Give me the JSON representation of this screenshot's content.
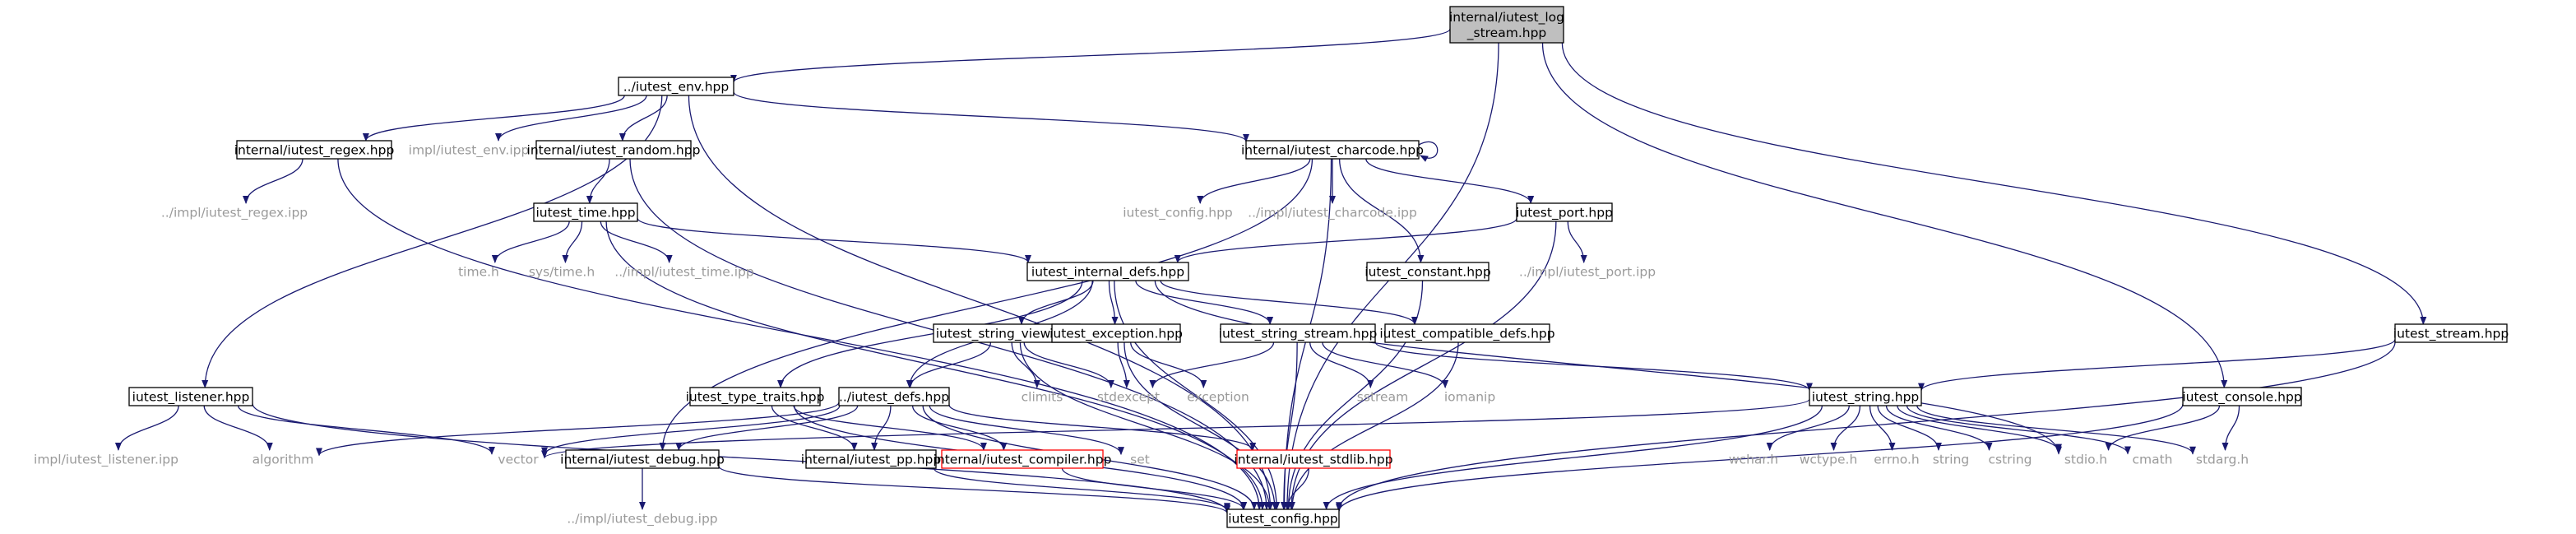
{
  "graph": {
    "colors": {
      "edge": "#191970",
      "box_border": "#000000",
      "root_fill": "#bfbfbf",
      "missing_border": "#ff0000",
      "external_text": "#9a9a9a",
      "background": "#ffffff"
    },
    "nodes": [
      {
        "id": "root",
        "label": "internal/iutest_log\n_stream.hpp",
        "kind": "root"
      },
      {
        "id": "env",
        "label": "../iutest_env.hpp",
        "kind": "box"
      },
      {
        "id": "regex",
        "label": "internal/iutest_regex.hpp",
        "kind": "box"
      },
      {
        "id": "impl_env",
        "label": "impl/iutest_env.ipp",
        "kind": "external"
      },
      {
        "id": "random",
        "label": "internal/iutest_random.hpp",
        "kind": "box"
      },
      {
        "id": "charcode",
        "label": "internal/iutest_charcode.hpp",
        "kind": "box"
      },
      {
        "id": "impl_regex",
        "label": "../impl/iutest_regex.ipp",
        "kind": "external"
      },
      {
        "id": "time_hpp",
        "label": "iutest_time.hpp",
        "kind": "box"
      },
      {
        "id": "config_ext",
        "label": "iutest_config.hpp",
        "kind": "external"
      },
      {
        "id": "impl_charcode",
        "label": "../impl/iutest_charcode.ipp",
        "kind": "external"
      },
      {
        "id": "port",
        "label": "iutest_port.hpp",
        "kind": "box"
      },
      {
        "id": "time_h",
        "label": "time.h",
        "kind": "external"
      },
      {
        "id": "systime",
        "label": "sys/time.h",
        "kind": "external"
      },
      {
        "id": "impl_time",
        "label": "../impl/iutest_time.ipp",
        "kind": "external"
      },
      {
        "id": "constant",
        "label": "iutest_constant.hpp",
        "kind": "box"
      },
      {
        "id": "impl_port",
        "label": "../impl/iutest_port.ipp",
        "kind": "external"
      },
      {
        "id": "internal_defs",
        "label": "iutest_internal_defs.hpp",
        "kind": "box"
      },
      {
        "id": "string_view",
        "label": "iutest_string_view.hpp",
        "kind": "box"
      },
      {
        "id": "exception_hpp",
        "label": "iutest_exception.hpp",
        "kind": "box"
      },
      {
        "id": "string_stream",
        "label": "iutest_string_stream.hpp",
        "kind": "box"
      },
      {
        "id": "compat_defs",
        "label": "iutest_compatible_defs.hpp",
        "kind": "box"
      },
      {
        "id": "stream",
        "label": "iutest_stream.hpp",
        "kind": "box"
      },
      {
        "id": "listener",
        "label": "iutest_listener.hpp",
        "kind": "box"
      },
      {
        "id": "type_traits",
        "label": "iutest_type_traits.hpp",
        "kind": "box"
      },
      {
        "id": "defs",
        "label": "../iutest_defs.hpp",
        "kind": "box"
      },
      {
        "id": "climits",
        "label": "climits",
        "kind": "external"
      },
      {
        "id": "stdexcept",
        "label": "stdexcept",
        "kind": "external"
      },
      {
        "id": "exception",
        "label": "exception",
        "kind": "external"
      },
      {
        "id": "sstream",
        "label": "sstream",
        "kind": "external"
      },
      {
        "id": "iomanip",
        "label": "iomanip",
        "kind": "external"
      },
      {
        "id": "string_hpp",
        "label": "iutest_string.hpp",
        "kind": "box"
      },
      {
        "id": "console",
        "label": "iutest_console.hpp",
        "kind": "box"
      },
      {
        "id": "impl_listener",
        "label": "impl/iutest_listener.ipp",
        "kind": "external"
      },
      {
        "id": "algorithm",
        "label": "algorithm",
        "kind": "external"
      },
      {
        "id": "vector",
        "label": "vector",
        "kind": "external"
      },
      {
        "id": "debug",
        "label": "internal/iutest_debug.hpp",
        "kind": "box"
      },
      {
        "id": "pp",
        "label": "internal/iutest_pp.hpp",
        "kind": "box"
      },
      {
        "id": "compiler",
        "label": "internal/iutest_compiler.hpp",
        "kind": "missing"
      },
      {
        "id": "set",
        "label": "set",
        "kind": "external"
      },
      {
        "id": "stdlib",
        "label": "internal/iutest_stdlib.hpp",
        "kind": "missing"
      },
      {
        "id": "wchar",
        "label": "wchar.h",
        "kind": "external"
      },
      {
        "id": "wctype",
        "label": "wctype.h",
        "kind": "external"
      },
      {
        "id": "errno",
        "label": "errno.h",
        "kind": "external"
      },
      {
        "id": "string",
        "label": "string",
        "kind": "external"
      },
      {
        "id": "cstring",
        "label": "cstring",
        "kind": "external"
      },
      {
        "id": "stdio",
        "label": "stdio.h",
        "kind": "external"
      },
      {
        "id": "cmath",
        "label": "cmath",
        "kind": "external"
      },
      {
        "id": "stdarg",
        "label": "stdarg.h",
        "kind": "external"
      },
      {
        "id": "impl_debug",
        "label": "../impl/iutest_debug.ipp",
        "kind": "external"
      },
      {
        "id": "config",
        "label": "iutest_config.hpp",
        "kind": "box"
      }
    ],
    "edges": [
      [
        "root",
        "env"
      ],
      [
        "root",
        "config"
      ],
      [
        "root",
        "stream"
      ],
      [
        "root",
        "console"
      ],
      [
        "env",
        "regex"
      ],
      [
        "env",
        "impl_env"
      ],
      [
        "env",
        "random"
      ],
      [
        "env",
        "charcode"
      ],
      [
        "env",
        "listener"
      ],
      [
        "env",
        "config"
      ],
      [
        "regex",
        "impl_regex"
      ],
      [
        "regex",
        "config"
      ],
      [
        "random",
        "time_hpp"
      ],
      [
        "random",
        "config"
      ],
      [
        "time_hpp",
        "time_h"
      ],
      [
        "time_hpp",
        "systime"
      ],
      [
        "time_hpp",
        "impl_time"
      ],
      [
        "time_hpp",
        "internal_defs"
      ],
      [
        "time_hpp",
        "config"
      ],
      [
        "charcode",
        "charcode"
      ],
      [
        "charcode",
        "config_ext"
      ],
      [
        "charcode",
        "impl_charcode"
      ],
      [
        "charcode",
        "port"
      ],
      [
        "charcode",
        "constant"
      ],
      [
        "charcode",
        "debug"
      ],
      [
        "charcode",
        "config"
      ],
      [
        "port",
        "impl_port"
      ],
      [
        "port",
        "internal_defs"
      ],
      [
        "port",
        "config"
      ],
      [
        "constant",
        "config"
      ],
      [
        "internal_defs",
        "string_view"
      ],
      [
        "internal_defs",
        "exception_hpp"
      ],
      [
        "internal_defs",
        "string_stream"
      ],
      [
        "internal_defs",
        "compat_defs"
      ],
      [
        "internal_defs",
        "type_traits"
      ],
      [
        "internal_defs",
        "defs"
      ],
      [
        "internal_defs",
        "stdio"
      ],
      [
        "internal_defs",
        "config"
      ],
      [
        "string_view",
        "defs"
      ],
      [
        "string_view",
        "climits"
      ],
      [
        "string_view",
        "stdexcept"
      ],
      [
        "string_view",
        "config"
      ],
      [
        "exception_hpp",
        "exception"
      ],
      [
        "exception_hpp",
        "stdexcept"
      ],
      [
        "exception_hpp",
        "config"
      ],
      [
        "string_stream",
        "stdexcept"
      ],
      [
        "string_stream",
        "sstream"
      ],
      [
        "string_stream",
        "iomanip"
      ],
      [
        "string_stream",
        "string_hpp"
      ],
      [
        "string_stream",
        "config"
      ],
      [
        "compat_defs",
        "config"
      ],
      [
        "stream",
        "string_hpp"
      ],
      [
        "stream",
        "config"
      ],
      [
        "listener",
        "impl_listener"
      ],
      [
        "listener",
        "algorithm"
      ],
      [
        "listener",
        "vector"
      ],
      [
        "listener",
        "config"
      ],
      [
        "type_traits",
        "pp"
      ],
      [
        "type_traits",
        "compiler"
      ],
      [
        "type_traits",
        "config"
      ],
      [
        "defs",
        "algorithm"
      ],
      [
        "defs",
        "vector"
      ],
      [
        "defs",
        "debug"
      ],
      [
        "defs",
        "pp"
      ],
      [
        "defs",
        "compiler"
      ],
      [
        "defs",
        "set"
      ],
      [
        "defs",
        "stdlib"
      ],
      [
        "defs",
        "config"
      ],
      [
        "debug",
        "impl_debug"
      ],
      [
        "debug",
        "config"
      ],
      [
        "pp",
        "config"
      ],
      [
        "compiler",
        "config"
      ],
      [
        "stdlib",
        "config"
      ],
      [
        "string_hpp",
        "vector"
      ],
      [
        "string_hpp",
        "wchar"
      ],
      [
        "string_hpp",
        "wctype"
      ],
      [
        "string_hpp",
        "errno"
      ],
      [
        "string_hpp",
        "string"
      ],
      [
        "string_hpp",
        "cstring"
      ],
      [
        "string_hpp",
        "stdio"
      ],
      [
        "string_hpp",
        "cmath"
      ],
      [
        "string_hpp",
        "stdarg"
      ],
      [
        "string_hpp",
        "config"
      ],
      [
        "console",
        "stdio"
      ],
      [
        "console",
        "stdarg"
      ],
      [
        "console",
        "config"
      ]
    ]
  }
}
